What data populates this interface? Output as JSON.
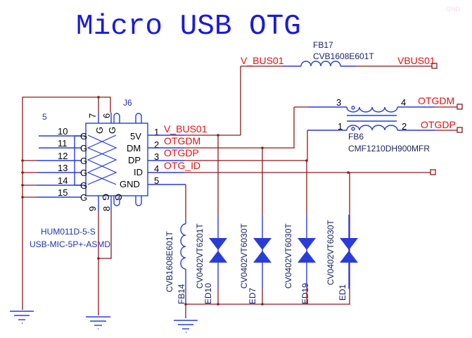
{
  "title": "Micro USB OTG",
  "ghost_text": "GND",
  "connector": {
    "ref": "J6",
    "part": "HUM011D-5-S",
    "footprint": "USB-MIC-5P+-ASMD",
    "left_pins": [
      "10",
      "11",
      "12",
      "13",
      "14",
      "15"
    ],
    "top_pins": [
      "7",
      "6"
    ],
    "bottom_pins": [
      "9",
      "8"
    ],
    "right_pins": [
      "1",
      "2",
      "3",
      "4",
      "5"
    ],
    "right_pin_names": [
      "5V",
      "DM",
      "DP",
      "ID",
      "GND"
    ],
    "g_label": "G",
    "side_number": "5"
  },
  "nets": {
    "v_bus01": "V_BUS01",
    "otgdm": "OTGDM",
    "otgdp": "OTGDP",
    "otg_id": "OTG_ID",
    "vbus01_out": "VBUS01",
    "otgdm_out": "OTGDM",
    "otgdp_out": "OTGDP"
  },
  "fb17": {
    "ref": "FB17",
    "part": "CVB1608E601T"
  },
  "fb6": {
    "ref": "FB6",
    "part": "CMF1210DH900MFR",
    "pins": [
      "3",
      "4",
      "1",
      "2"
    ]
  },
  "fb14": {
    "ref": "FB14",
    "part": "CVB1608E601T"
  },
  "esd": [
    {
      "ref": "ED10",
      "part": "CV0402VT6201T"
    },
    {
      "ref": "ED7",
      "part": "CV0402VT6030T"
    },
    {
      "ref": "ED19",
      "part": "CV0402VT6030T"
    },
    {
      "ref": "ED1",
      "part": "CV0402VT6030T"
    }
  ]
}
